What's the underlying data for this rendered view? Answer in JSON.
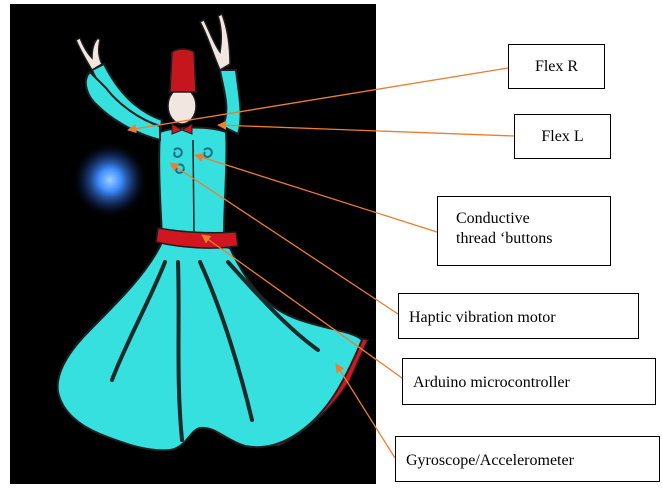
{
  "labels": {
    "flex_r": "Flex R",
    "flex_l": "Flex L",
    "conductive_thread_line1": "Conductive",
    "conductive_thread_line2": "thread ‘buttons",
    "haptic_motor": "Haptic vibration motor",
    "arduino": "Arduino microcontroller",
    "gyroscope": "Gyroscope/Accelerometer"
  },
  "colors": {
    "background_panel": "#000000",
    "costume": "#35e0de",
    "sash": "#d0161e",
    "hat": "#c4161c",
    "glow": "#3d8cff",
    "arrow": "#ed7d31",
    "outline": "#1e1e1e"
  }
}
